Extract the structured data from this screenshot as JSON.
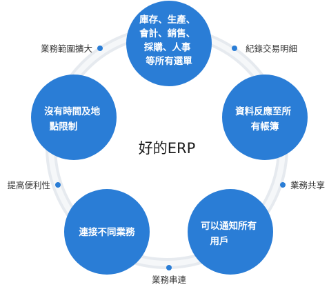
{
  "diagram": {
    "center_label": "好的ERP",
    "nodes": [
      {
        "lines": [
          "庫存、生產、",
          "會計、銷售、",
          "採購、人事",
          "等所有選單"
        ]
      },
      {
        "lines": [
          "資料反應至所",
          "有帳簿"
        ]
      },
      {
        "lines": [
          "可以通知所有",
          "用戶"
        ]
      },
      {
        "lines": [
          "連接不同業務"
        ]
      },
      {
        "lines": [
          "沒有時間及地",
          "點限制"
        ]
      }
    ],
    "connectors": [
      {
        "label": "紀錄交易明細"
      },
      {
        "label": "業務共享"
      },
      {
        "label": "業務串連"
      },
      {
        "label": "提高便利性"
      },
      {
        "label": "業務範圍擴大"
      }
    ]
  },
  "colors": {
    "node_fill": "#2a7dd6",
    "ring_outer": "#e6eaef",
    "ring_inner": "#f4f6f8",
    "dot": "#2a7dd6",
    "text_dark": "#333333"
  }
}
